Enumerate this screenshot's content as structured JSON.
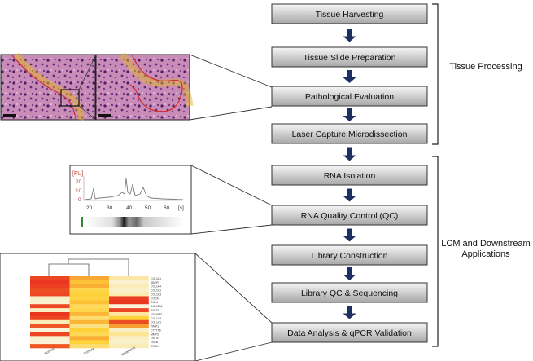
{
  "steps": [
    "Tissue Harvesting",
    "Tissue Slide Preparation",
    "Pathological Evaluation",
    "Laser Capture Microdissection",
    "RNA Isolation",
    "RNA Quality Control (QC)",
    "Library Construction",
    "Library QC & Sequencing",
    "Data Analysis & qPCR Validation"
  ],
  "groups": [
    {
      "label_lines": [
        "Tissue Processing"
      ]
    },
    {
      "label_lines": [
        "LCM and Downstream",
        "Applications"
      ]
    }
  ],
  "electropherogram": {
    "y_unit": "[FU]",
    "x_unit": "[s]",
    "y_ticks": [
      "0",
      "10",
      "20"
    ],
    "x_ticks": [
      "20",
      "30",
      "40",
      "50",
      "60"
    ],
    "trace_color": "#7a7a7a",
    "axis_text_color": "#c0392b"
  },
  "heatmap": {
    "gene_labels": [
      "COL1A1",
      "SBSP1",
      "COL1A4",
      "COL1A1",
      "COL1A3",
      "COCA",
      "COL4",
      "COL11A1",
      "CSFFA",
      "NTAN9F1",
      "COL1A3",
      "COL1A1",
      "TIMP1",
      "CTTTT6",
      "MMP3",
      "OSTN",
      "TNXB",
      "CRBK1"
    ],
    "column_labels": [
      "Normal",
      "Primary",
      "Metastasis"
    ],
    "matrix": [
      [
        0.9,
        0.62,
        0.2
      ],
      [
        0.95,
        0.55,
        0.08
      ],
      [
        0.92,
        0.6,
        0.15
      ],
      [
        0.88,
        0.45,
        0.1
      ],
      [
        0.9,
        0.5,
        0.18
      ],
      [
        0.1,
        0.48,
        0.92
      ],
      [
        0.08,
        0.55,
        0.95
      ],
      [
        0.9,
        0.4,
        0.05
      ],
      [
        0.12,
        0.45,
        0.9
      ],
      [
        0.95,
        0.58,
        0.22
      ],
      [
        0.9,
        0.35,
        0.5
      ],
      [
        0.15,
        0.58,
        0.88
      ],
      [
        0.85,
        0.3,
        0.65
      ],
      [
        0.05,
        0.5,
        0.12
      ],
      [
        0.9,
        0.42,
        0.25
      ],
      [
        0.08,
        0.6,
        0.12
      ],
      [
        0.06,
        0.5,
        0.1
      ],
      [
        0.85,
        0.35,
        0.15
      ]
    ]
  },
  "colors": {
    "box_top": "#f6f6f6",
    "box_bottom": "#a7a7a7",
    "box_border": "#333333",
    "arrow": "#1d2e63",
    "bracket": "#222222",
    "heat_low": "#f8f7ee",
    "heat_mid": "#ffd23a",
    "heat_high": "#e8231c",
    "tissue_pink": "#d7a6c8",
    "tissue_purple": "#5b2a70",
    "tissue_outline": "#e0b62a"
  }
}
